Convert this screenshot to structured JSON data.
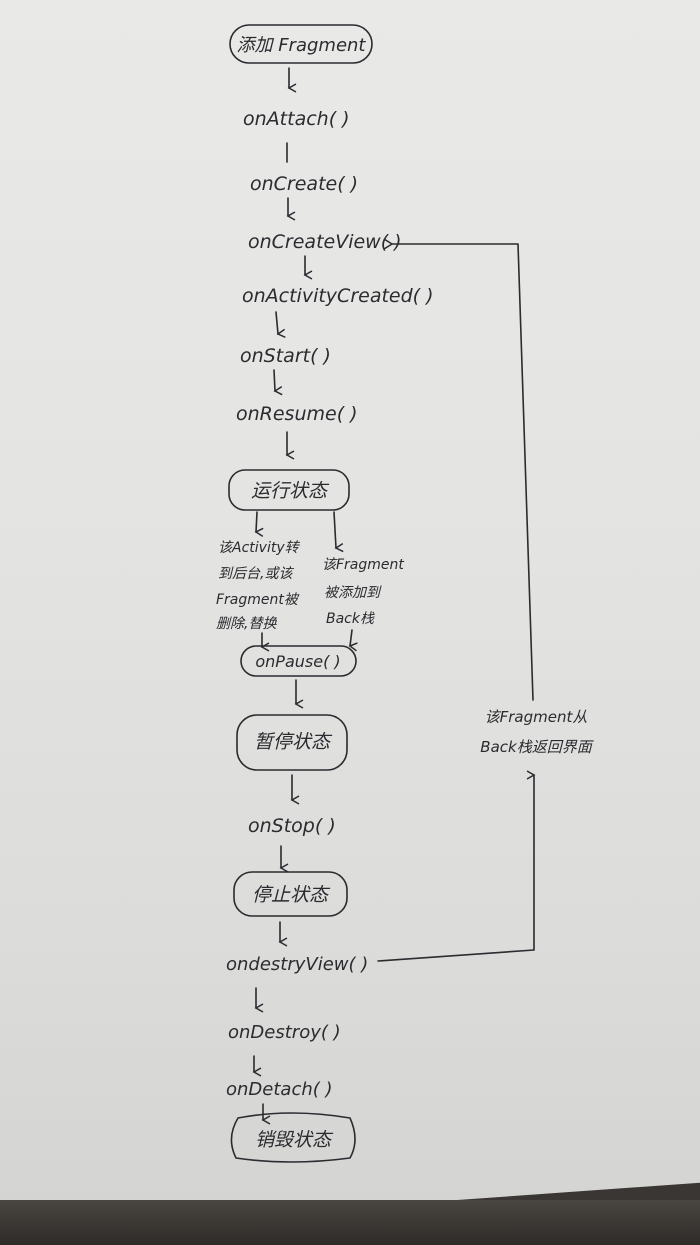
{
  "diagram": {
    "start_node": "添加 Fragment",
    "steps": {
      "on_attach": "onAttach( )",
      "on_create": "onCreate( )",
      "on_create_view": "onCreateView( )",
      "on_activity_created": "onActivityCreated( )",
      "on_start": "onStart( )",
      "on_resume": "onResume( )",
      "on_pause": "onPause( )",
      "on_stop": "onStop( )",
      "on_destroy_view": "ondestryView( )",
      "on_destroy": "onDestroy( )",
      "on_detach": "onDetach( )"
    },
    "states": {
      "running": "运行状态",
      "paused": "暂停状态",
      "stopped": "停止状态",
      "destroyed": "销毁状态"
    },
    "branch_left": [
      "该Activity转",
      "到后台,或该",
      "Fragment被",
      "删除,替换"
    ],
    "branch_right": [
      "该Fragment",
      "被添加到",
      "Back栈"
    ],
    "loop_label": [
      "该Fragment从",
      "Back栈返回界面"
    ]
  },
  "colors": {
    "ink": "#2b2b30",
    "paper": "#e6e6e4"
  }
}
